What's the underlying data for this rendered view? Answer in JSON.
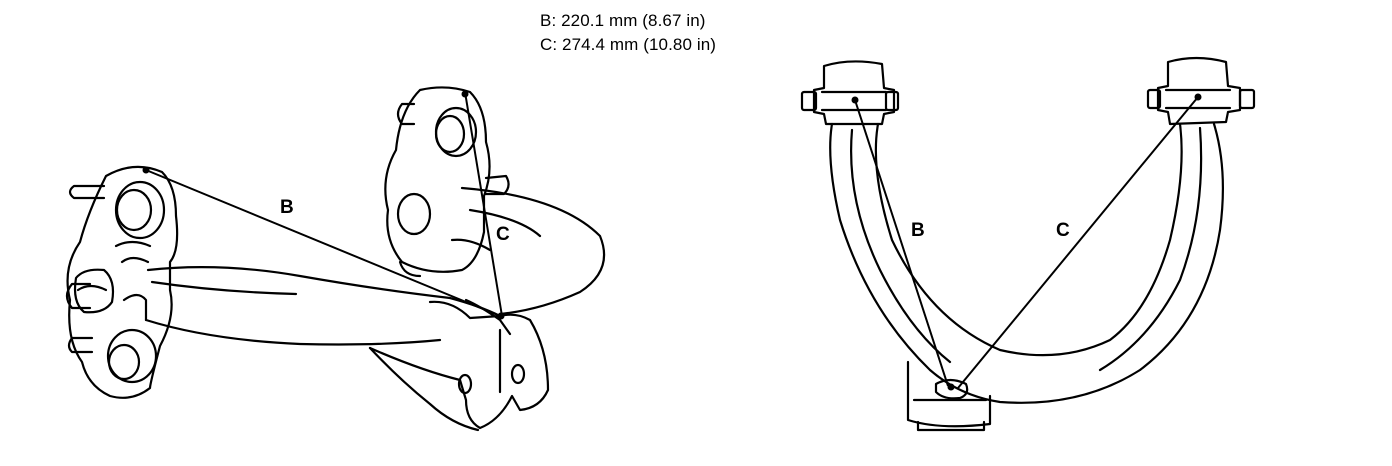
{
  "specs": {
    "b": "B: 220.1 mm (8.67 in)",
    "c": "C: 274.4 mm (10.80 in)"
  },
  "labels": {
    "left_b": "B",
    "left_c": "C",
    "right_b": "B",
    "right_c": "C"
  }
}
